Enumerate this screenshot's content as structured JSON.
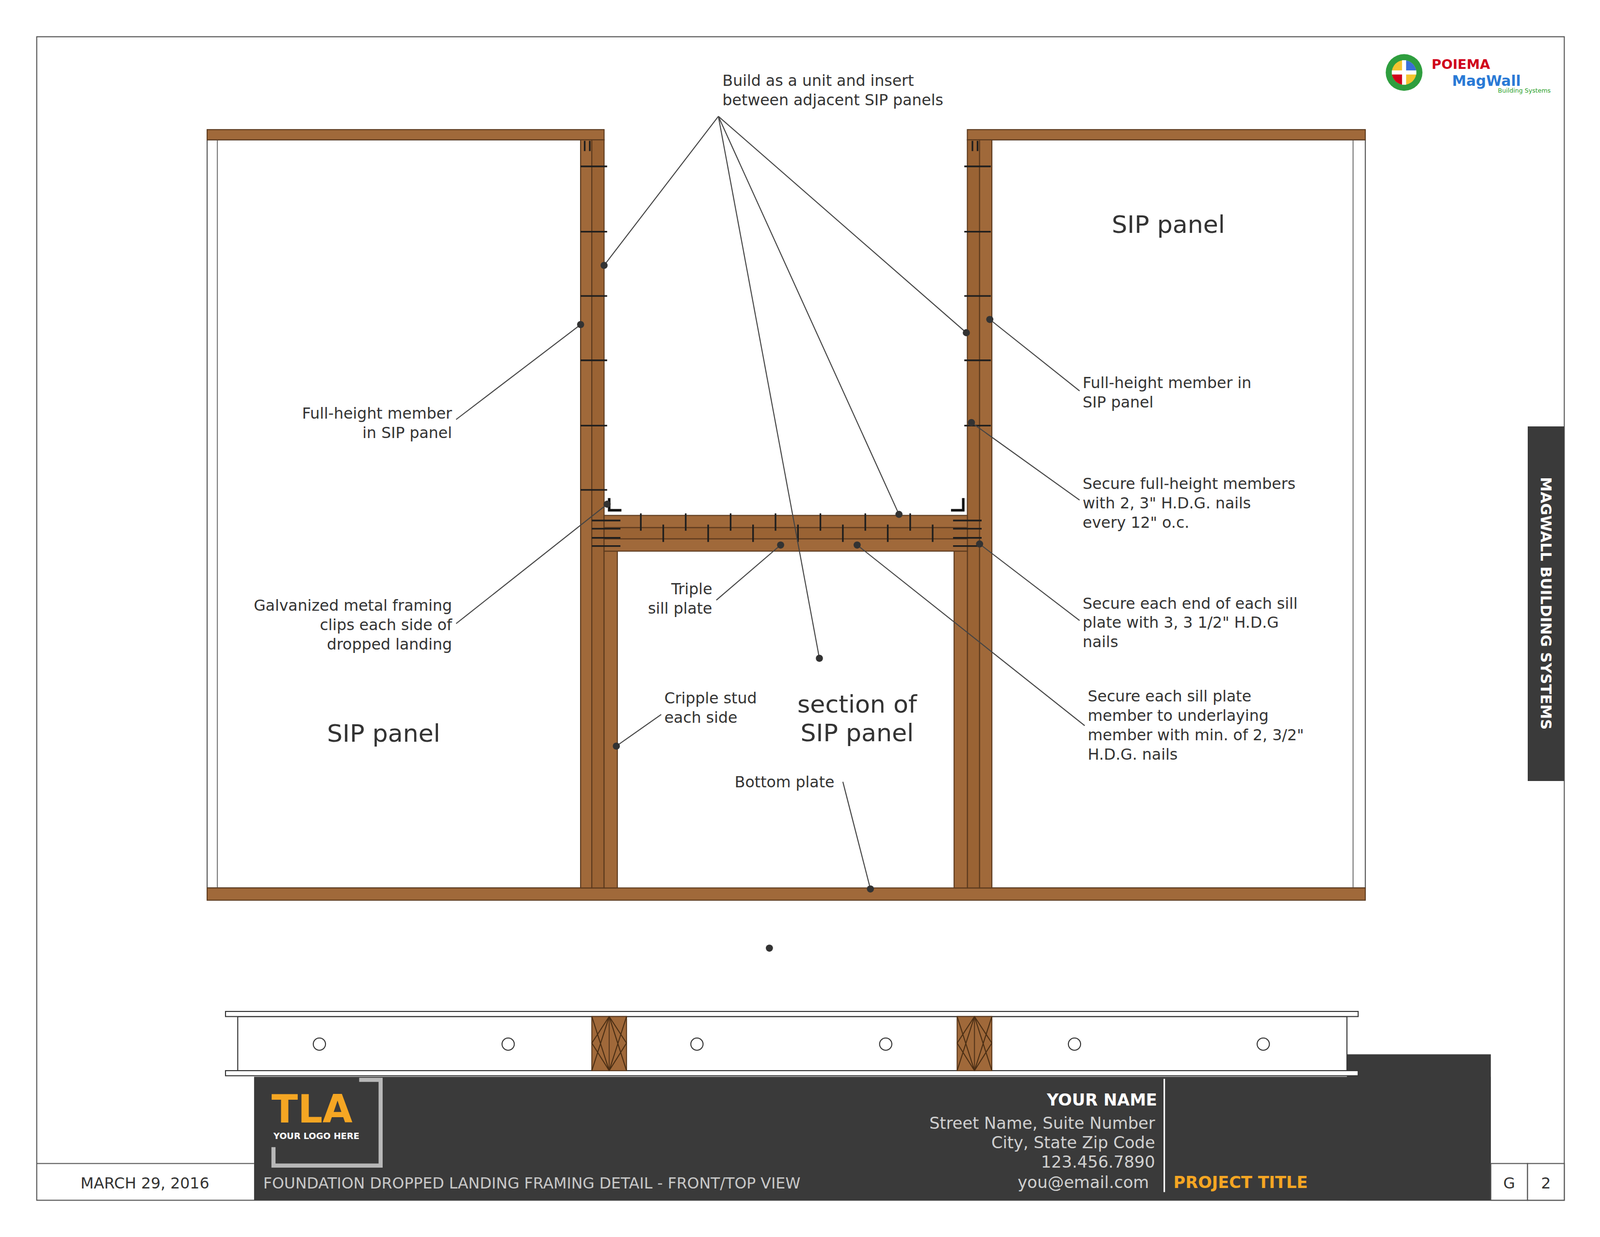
{
  "diagram": {
    "title": "FOUNDATION DROPPED LANDING FRAMING DETAIL - FRONT/TOP VIEW",
    "nodes": [
      {
        "text": [
          "SIP panel"
        ]
      },
      {
        "text": [
          "section of SIP panel"
        ]
      },
      {
        "text": [
          "SIP panel"
        ]
      },
      {
        "text": [
          "MAGWALL BUILDING SYSTEMS"
        ]
      }
    ],
    "labels": [
      "POIEMA",
      "MagWall",
      "Building Systems",
      "Build as a unit and insert between adjacent SIP panels",
      "Full-height member in SIP panel",
      "Galvanized metal framing clips each side of dropped landing",
      "Triple sill plate",
      "Cripple stud each side",
      "Bottom plate",
      "Full-height member in SIP panel",
      "Secure full-height members with 2, 3\" H.D.G. nails every 12\" o.c.",
      "Secure each end of each sill plate with 3, 3 1/2\" H.D.G nails",
      "Secure each sill plate member to underlaying member with min. of 2, 3/2\" H.D.G. nails",
      "TLA",
      "YOUR LOGO HERE",
      "YOUR NAME",
      "Street Name, Suite Number",
      "City, State Zip Code",
      "123.456.7890",
      "you@email.com",
      "PROJECT TITLE",
      "MARCH 29, 2016",
      "G",
      "2"
    ]
  }
}
